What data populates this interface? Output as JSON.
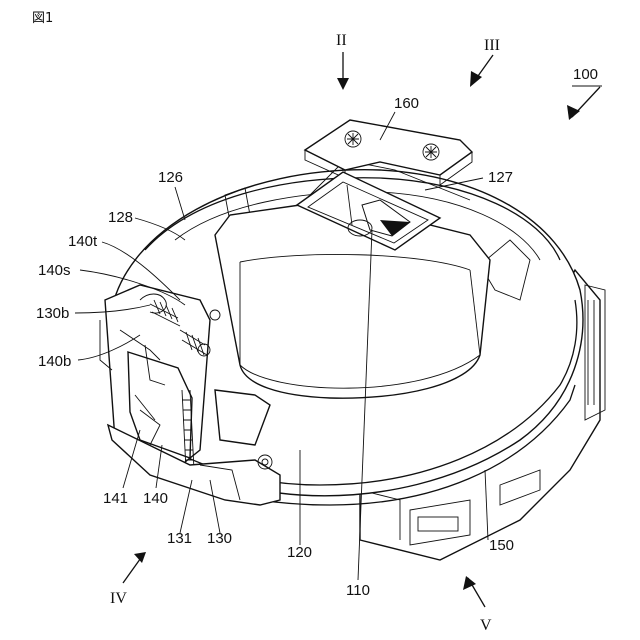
{
  "figure_label": "図1",
  "view_labels": {
    "II": "II",
    "III": "III",
    "IV": "IV",
    "V": "V"
  },
  "assembly_label": "100",
  "parts": {
    "p160": "160",
    "p126": "126",
    "p127": "127",
    "p128": "128",
    "p140t": "140t",
    "p140s": "140s",
    "p130b": "130b",
    "p140b": "140b",
    "p141": "141",
    "p140": "140",
    "p131": "131",
    "p130": "130",
    "p120": "120",
    "p110": "110",
    "p150": "150"
  }
}
